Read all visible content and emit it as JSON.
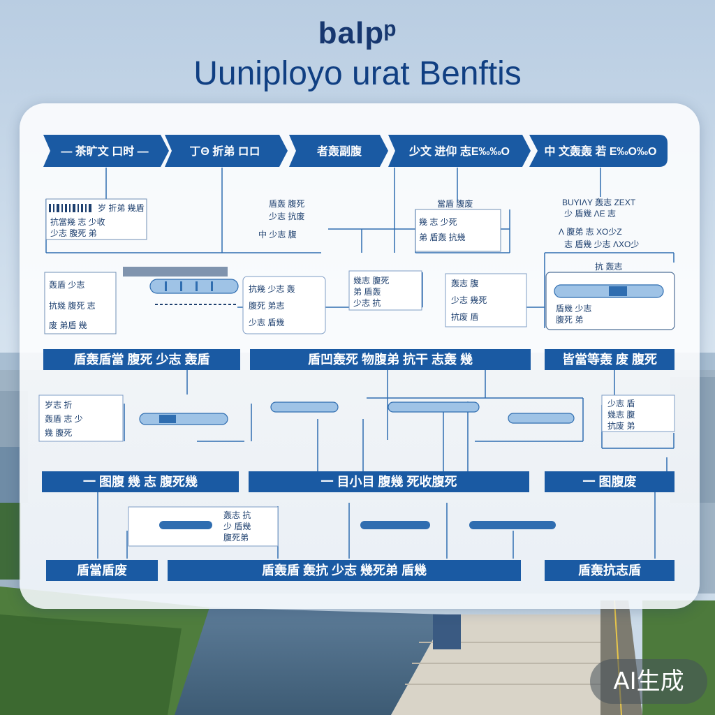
{
  "title": {
    "line1": "balpᵖ",
    "line2": "Uuniployo urat Benftis"
  },
  "chevrons": [
    "— 茶旷文 口时 —",
    "丁Θ 折弟 ロロ",
    "者轰副腹",
    "少文 进仰 志E‰‰O",
    "中 文轰轰 若 E‰O‰O"
  ],
  "bands": [
    "盾轰盾當 腹死 少志 轰盾",
    "盾凹轰死 物腹弟 抗干 志轰 幾",
    "皆當等轰 废 腹死",
    "一 图腹 幾 志 腹死幾",
    "一 目小目 腹幾 死收腹死",
    "一 图腹废",
    "盾當盾废",
    "盾轰盾 轰抗 少志 幾死弟 盾幾",
    "盾轰抗志盾"
  ],
  "notes": {
    "n1_lines": [
      "岁 折弟 幾盾",
      "抗當幾 志 少收",
      "少志 腹死 弟"
    ],
    "n2_lines": [
      "盾轰 腹死",
      "少志 抗废",
      "中 少志 腹"
    ],
    "n3_lines": [
      "當盾 腹废",
      "幾 志 少死",
      "弟 盾轰 抗幾"
    ],
    "n4_lines": [
      "轰盾 少志",
      "抗幾 腹死 志",
      "废 弟盾 幾"
    ],
    "n5_lines": [
      "BUYIɅY 轰志 ZEXT",
      "少 盾幾 ɅE 志",
      "Ʌ 腹弟 志 XO少Z",
      "志 盾幾 少志 ɅXO少"
    ],
    "n6_lines": [
      "抗幾 少志 轰",
      "腹死 弟志",
      "少志 盾幾"
    ],
    "n7_lines": [
      "幾志 腹死",
      "弟 盾轰",
      "少志 抗"
    ],
    "n8_lines": [
      "轰志 腹",
      "少志 幾死",
      "抗废 盾"
    ],
    "n9_lines": [
      "盾幾 少志",
      "腹死 弟",
      "抗 轰志"
    ],
    "n10_lines": [
      "岁志 折",
      "轰盾 志 少",
      "幾 腹死"
    ],
    "n11_lines": [
      "少志 盾",
      "幾志 腹",
      "抗废 弟"
    ],
    "n12_lines": [
      "轰志 抗",
      "少 盾幾",
      "腹死弟"
    ]
  },
  "badge": "AI生成",
  "colors": {
    "primary_blue": "#1a5aa3",
    "dark_blue": "#103f82",
    "line_blue": "#2f6db0"
  }
}
